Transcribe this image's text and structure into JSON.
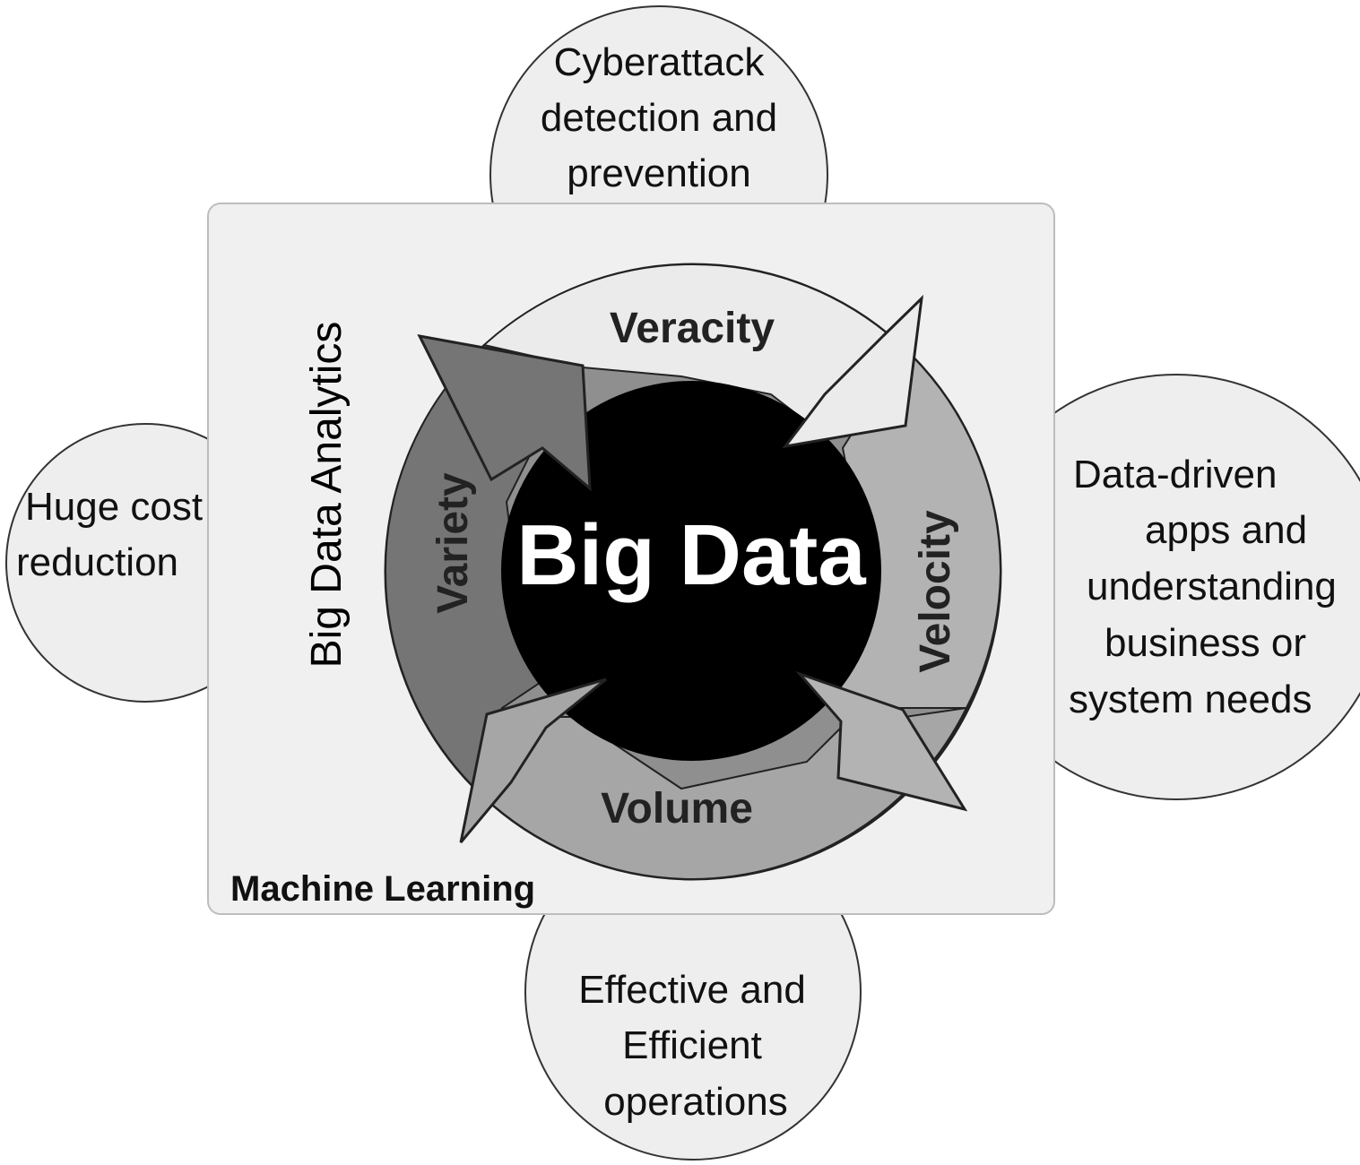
{
  "core": {
    "label": "Big Data"
  },
  "frame": {
    "title": "Big Data Analytics",
    "caption": "Machine Learning"
  },
  "cycle": {
    "veracity": "Veracity",
    "velocity": "Velocity",
    "volume": "Volume",
    "variety": "Variety"
  },
  "benefits": {
    "top": [
      "Cyberattack",
      "detection and",
      "prevention"
    ],
    "left": [
      "Huge cost",
      "reduction"
    ],
    "right": [
      "Data-driven",
      "apps and",
      "understanding",
      "business or",
      "system needs"
    ],
    "bottom": [
      "Effective and",
      "Efficient",
      "operations"
    ]
  },
  "colors": {
    "frame_fill": "#f0f0f0",
    "bubble_fill": "#eeeeee",
    "outline": "#333333",
    "core_fill": "#000000",
    "veracity_fill": "#ebebeb",
    "velocity_fill": "#b3b3b3",
    "volume_fill": "#a6a6a6",
    "variety_fill": "#757575",
    "ring_fill": "#8f8f8f"
  }
}
